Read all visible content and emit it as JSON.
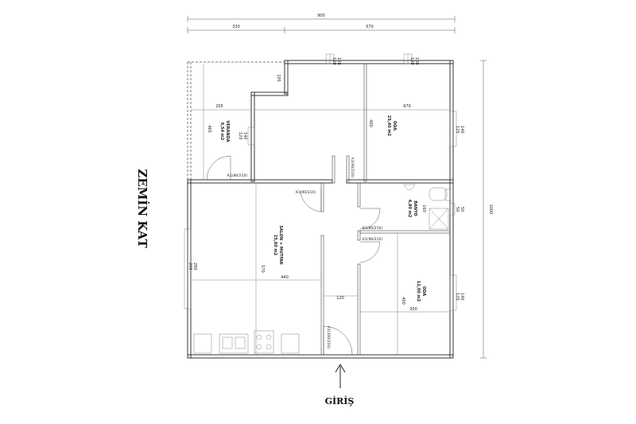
{
  "title": "ZEMİN KAT",
  "entrance_label": "GİRİŞ",
  "dimensions": {
    "overall_width": "900",
    "left_segment": "330",
    "right_segment": "570",
    "overall_height": "1000"
  },
  "rooms": {
    "veranda": {
      "name": "VERANDA",
      "area": "9,54 m2"
    },
    "oda_top": {
      "name": "ODA",
      "area": "25,40 m2"
    },
    "salon": {
      "name": "SALON + MUTFAK",
      "area": "25,60 m2"
    },
    "banyo": {
      "name": "BANYO",
      "area": "4,80 m2"
    },
    "oda_bottom": {
      "name": "ODA",
      "area": "12,00 m2"
    }
  },
  "interior_dims": {
    "d205": "205",
    "d670": "670",
    "d465": "465",
    "d400_top": "400",
    "d105": "105",
    "d440": "440",
    "d570": "570",
    "d120": "120",
    "d300": "300",
    "d400_bottom": "400",
    "d160": "160"
  },
  "window_labels": {
    "w_top1": "100\n120",
    "w_top2": "100\n120",
    "w_veranda": "140\n120",
    "w_right_top": "140\n120",
    "w_salon": "280\n200",
    "w_right_bottom": "140\n120",
    "w_banyo": "50\n50"
  },
  "door_labels": {
    "d1": "K1(80/210)",
    "d2": "K1(90/210)",
    "d3": "K1(90/210)",
    "d4": "K1(80/210)",
    "d5": "K1(90/210)",
    "d6": "K1(100/210)"
  }
}
